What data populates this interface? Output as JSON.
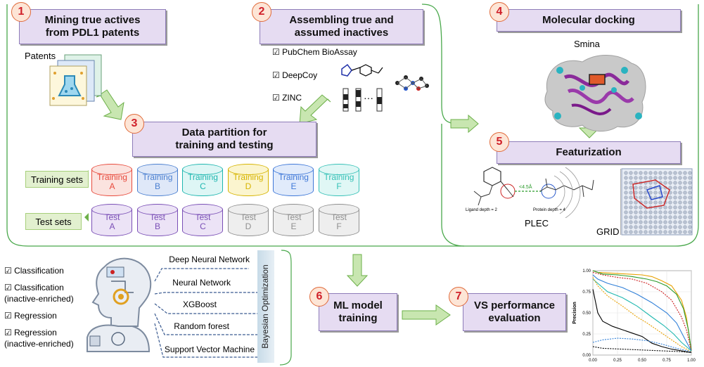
{
  "steps": [
    {
      "num": "1",
      "title": "Mining true actives from PDL1 patents"
    },
    {
      "num": "2",
      "title": "Assembling true and assumed inactives"
    },
    {
      "num": "3",
      "title": "Data partition for training and testing"
    },
    {
      "num": "4",
      "title": "Molecular docking"
    },
    {
      "num": "5",
      "title": "Featurization"
    },
    {
      "num": "6",
      "title": "ML model training"
    },
    {
      "num": "7",
      "title": "VS performance evaluation"
    }
  ],
  "step1": {
    "patents_label": "Patents"
  },
  "step2": {
    "sources": [
      "☑ PubChem  BioAssay",
      "☑ DeepCoy",
      "☑ ZINC"
    ]
  },
  "step3": {
    "training_label": "Training  sets",
    "test_label": "Test sets",
    "training_sets": [
      {
        "line1": "Training",
        "line2": "A",
        "color": "#e84a3c",
        "fill": "#fbe3df"
      },
      {
        "line1": "Training",
        "line2": "B",
        "color": "#4a7fd0",
        "fill": "#dfe8f8"
      },
      {
        "line1": "Training",
        "line2": "C",
        "color": "#1fb7b0",
        "fill": "#def6f5"
      },
      {
        "line1": "Training",
        "line2": "D",
        "color": "#d6b400",
        "fill": "#fbf5cf"
      },
      {
        "line1": "Training",
        "line2": "E",
        "color": "#3f78d8",
        "fill": "#e1ebfb"
      },
      {
        "line1": "Training",
        "line2": "F",
        "color": "#36c1b7",
        "fill": "#e0f7f5"
      }
    ],
    "test_sets": [
      {
        "line1": "Test",
        "line2": "A",
        "color": "#7a4fb6",
        "fill": "#ece3f6"
      },
      {
        "line1": "Test",
        "line2": "B",
        "color": "#7a4fb6",
        "fill": "#ece3f6"
      },
      {
        "line1": "Test",
        "line2": "C",
        "color": "#7a4fb6",
        "fill": "#ece3f6"
      },
      {
        "line1": "Test",
        "line2": "D",
        "color": "#8f8f8f",
        "fill": "#eeeeee"
      },
      {
        "line1": "Test",
        "line2": "E",
        "color": "#8f8f8f",
        "fill": "#eeeeee"
      },
      {
        "line1": "Test",
        "line2": "F",
        "color": "#8f8f8f",
        "fill": "#eeeeee"
      }
    ]
  },
  "step4": {
    "tool": "Smina"
  },
  "step5": {
    "methods": [
      "PLEC",
      "GRID"
    ],
    "ligand_depth": "Ligand depth = 2",
    "protein_depth": "Protein depth = 4",
    "distance": "<4.5Å"
  },
  "ml": {
    "tasks": [
      "☑ Classification",
      "☑ Classification",
      "(inactive-enriched)",
      "☑ Regression",
      "☑ Regression",
      "(inactive-enriched)"
    ],
    "models": [
      "Deep Neural Network",
      "Neural  Network",
      "XGBoost",
      "Random forest",
      "Support Vector Machine"
    ],
    "optimizer": "Bayesian Optimization"
  },
  "chart_data": {
    "type": "line",
    "ylabel": "Precision",
    "x_ticks": [
      "0.00",
      "0.25",
      "0.50",
      "0.75",
      "1.00"
    ],
    "y_ticks": [
      "0.00",
      "0.25",
      "0.50",
      "0.75",
      "1.00"
    ],
    "xlim": [
      0,
      1
    ],
    "ylim": [
      0,
      1
    ],
    "series": [
      {
        "color": "#e8a000",
        "dash": false,
        "x": [
          0,
          0.05,
          0.2,
          0.35,
          0.5,
          0.6,
          0.7,
          0.8,
          0.9,
          0.95,
          1.0
        ],
        "y": [
          1.0,
          0.98,
          0.97,
          0.96,
          0.95,
          0.93,
          0.88,
          0.82,
          0.65,
          0.45,
          0.05
        ]
      },
      {
        "color": "#2a9a2a",
        "dash": false,
        "x": [
          0,
          0.1,
          0.25,
          0.4,
          0.55,
          0.65,
          0.75,
          0.85,
          0.92,
          0.97,
          1.0
        ],
        "y": [
          1.0,
          0.96,
          0.95,
          0.93,
          0.9,
          0.87,
          0.82,
          0.72,
          0.55,
          0.3,
          0.05
        ]
      },
      {
        "color": "#cc1f1f",
        "dash": true,
        "x": [
          0,
          0.1,
          0.25,
          0.4,
          0.55,
          0.7,
          0.8,
          0.9,
          0.95,
          1.0
        ],
        "y": [
          0.98,
          0.95,
          0.92,
          0.9,
          0.85,
          0.75,
          0.65,
          0.45,
          0.3,
          0.05
        ]
      },
      {
        "color": "#2f7fd8",
        "dash": false,
        "x": [
          0,
          0.05,
          0.15,
          0.3,
          0.45,
          0.6,
          0.75,
          0.85,
          0.93,
          1.0
        ],
        "y": [
          0.95,
          0.9,
          0.85,
          0.8,
          0.72,
          0.62,
          0.5,
          0.38,
          0.2,
          0.05
        ]
      },
      {
        "color": "#20b8b0",
        "dash": false,
        "x": [
          0,
          0.05,
          0.15,
          0.3,
          0.45,
          0.6,
          0.72,
          0.82,
          0.9,
          1.0
        ],
        "y": [
          0.9,
          0.85,
          0.75,
          0.68,
          0.58,
          0.45,
          0.35,
          0.25,
          0.15,
          0.05
        ]
      },
      {
        "color": "#e8a000",
        "dash": true,
        "x": [
          0,
          0.05,
          0.15,
          0.3,
          0.45,
          0.55,
          0.65,
          0.8,
          0.9,
          1.0
        ],
        "y": [
          0.92,
          0.82,
          0.7,
          0.58,
          0.45,
          0.38,
          0.3,
          0.18,
          0.1,
          0.04
        ]
      },
      {
        "color": "#000000",
        "dash": false,
        "x": [
          0,
          0.05,
          0.1,
          0.2,
          0.3,
          0.4,
          0.5,
          0.6,
          0.7,
          0.8,
          0.9,
          1.0
        ],
        "y": [
          0.78,
          0.5,
          0.4,
          0.34,
          0.3,
          0.26,
          0.22,
          0.14,
          0.1,
          0.07,
          0.05,
          0.03
        ]
      },
      {
        "color": "#2f7fd8",
        "dash": true,
        "x": [
          0,
          0.1,
          0.25,
          0.4,
          0.55,
          0.7,
          0.85,
          1.0
        ],
        "y": [
          0.15,
          0.18,
          0.2,
          0.19,
          0.17,
          0.13,
          0.08,
          0.04
        ]
      },
      {
        "color": "#000000",
        "dash": true,
        "x": [
          0,
          0.1,
          0.3,
          0.5,
          0.7,
          0.9,
          1.0
        ],
        "y": [
          0.1,
          0.08,
          0.07,
          0.06,
          0.05,
          0.04,
          0.03
        ]
      }
    ]
  }
}
